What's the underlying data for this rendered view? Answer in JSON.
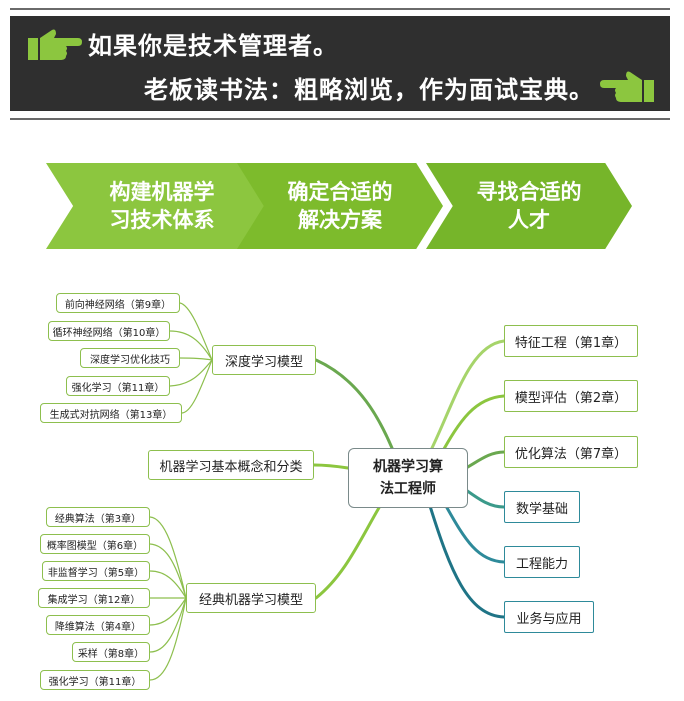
{
  "header": {
    "line1": "如果你是技术管理者。",
    "line2": "老板读书法：粗略浏览，作为面试宝典。"
  },
  "arrows": [
    {
      "line1": "构建机器学",
      "line2": "习技术体系"
    },
    {
      "line1": "确定合适的",
      "line2": "解决方案"
    },
    {
      "line1": "寻找合适的",
      "line2": "人才"
    }
  ],
  "center": {
    "line1": "机器学习算",
    "line2": "法工程师"
  },
  "deep_model": {
    "label": "深度学习模型",
    "children": [
      "前向神经网络（第9章）",
      "循环神经网络（第10章）",
      "深度学习优化技巧",
      "强化学习（第11章）",
      "生成式对抗网络（第13章）"
    ]
  },
  "basic": {
    "label": "机器学习基本概念和分类"
  },
  "classic_model": {
    "label": "经典机器学习模型",
    "children": [
      "经典算法（第3章）",
      "概率图模型（第6章）",
      "非监督学习（第5章）",
      "集成学习（第12章）",
      "降维算法（第4章）",
      "采样（第8章）",
      "强化学习（第11章）"
    ]
  },
  "right_nodes": [
    "特征工程（第1章）",
    "模型评估（第2章）",
    "优化算法（第7章）",
    "数学基础",
    "工程能力",
    "业务与应用"
  ],
  "colors": {
    "green": "#8cc63f",
    "teal": "#2e8a9a",
    "header_bg": "#2f2f2f"
  }
}
